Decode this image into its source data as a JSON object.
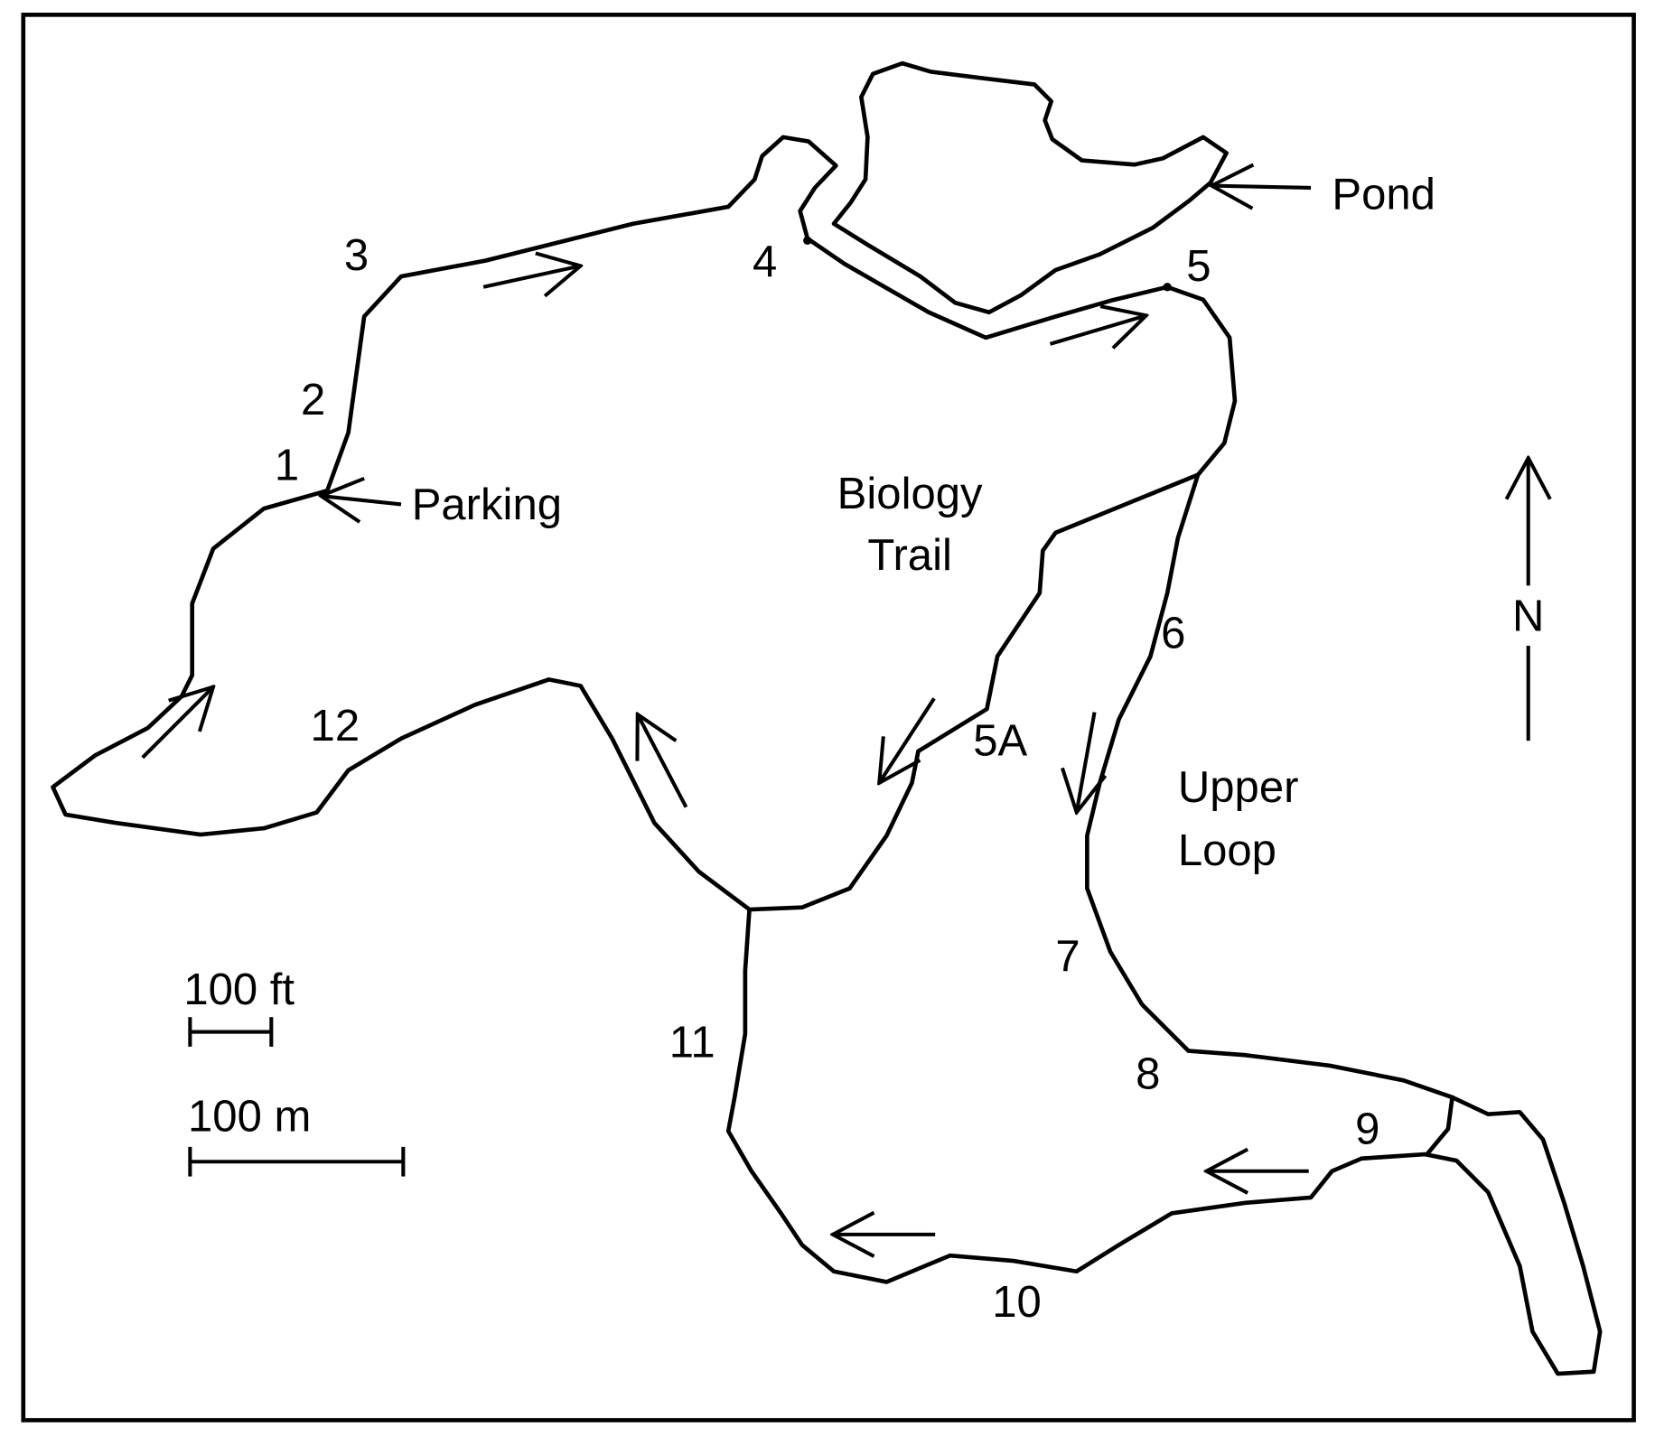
{
  "map": {
    "areas": {
      "biology_trail": [
        "Biology",
        "Trail"
      ],
      "upper_loop": [
        "Upper",
        "Loop"
      ],
      "parking": "Parking",
      "pond": "Pond"
    },
    "stops": {
      "s1": "1",
      "s2": "2",
      "s3": "3",
      "s4": "4",
      "s5": "5",
      "s5a": "5A",
      "s6": "6",
      "s7": "7",
      "s8": "8",
      "s9": "9",
      "s10": "10",
      "s11": "11",
      "s12": "12"
    },
    "north_label": "N",
    "scale": {
      "feet_label": "100 ft",
      "meters_label": "100 m"
    },
    "colors": {
      "line": "#000000",
      "background": "#ffffff"
    }
  }
}
